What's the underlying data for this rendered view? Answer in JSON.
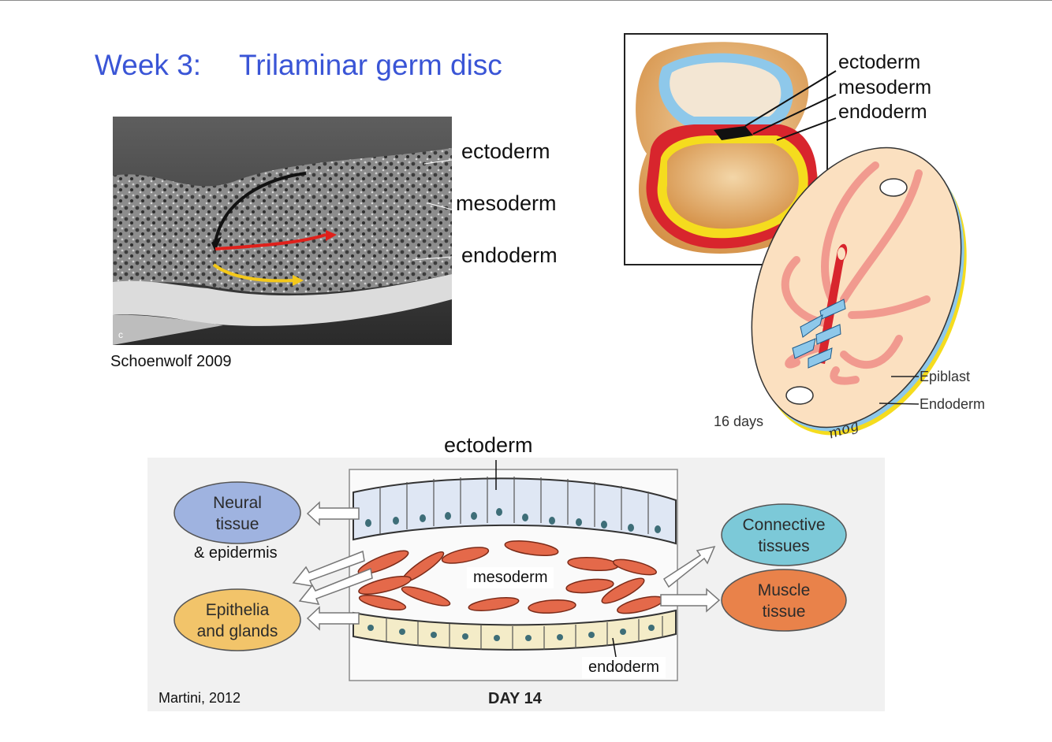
{
  "slide": {
    "title_week": "Week 3:",
    "title_text": "Trilaminar germ disc"
  },
  "sem_figure": {
    "panel_letter": "c",
    "labels": {
      "ectoderm": "ectoderm",
      "mesoderm": "mesoderm",
      "endoderm": "endoderm"
    },
    "citation": "Schoenwolf 2009"
  },
  "embryo_figure": {
    "labels": {
      "ectoderm": "ectoderm",
      "mesoderm": "mesoderm",
      "endoderm": "endoderm"
    },
    "disc_labels": {
      "epiblast": "Epiblast",
      "endoderm": "Endoderm"
    },
    "age": "16 days",
    "signature": "mog"
  },
  "day14_figure": {
    "ectoderm_label": "ectoderm",
    "mesoderm_label": "mesoderm",
    "endoderm_label": "endoderm",
    "caption": "DAY 14",
    "citation": "Martini, 2012",
    "ovals": {
      "neural": {
        "line1": "Neural",
        "line2": "tissue"
      },
      "epidermis_note": "& epidermis",
      "epithelia": {
        "line1": "Epithelia",
        "line2": "and glands"
      },
      "connective": {
        "line1": "Connective",
        "line2": "tissues"
      },
      "muscle": {
        "line1": "Muscle",
        "line2": "tissue"
      }
    },
    "colors": {
      "neural_oval": "#9fb3e0",
      "epithelia_oval": "#f2c46a",
      "connective_oval": "#7cc9d8",
      "muscle_oval": "#e9824a",
      "mesoderm_cell": "#e4694a",
      "ectoderm_cell": "#dfe7f4",
      "endoderm_cell": "#f4ecc8"
    }
  },
  "colors": {
    "title": "#3a55d6",
    "ectoderm": "#8ec8ea",
    "mesoderm": "#d8252d",
    "endoderm": "#f5dc1e"
  }
}
